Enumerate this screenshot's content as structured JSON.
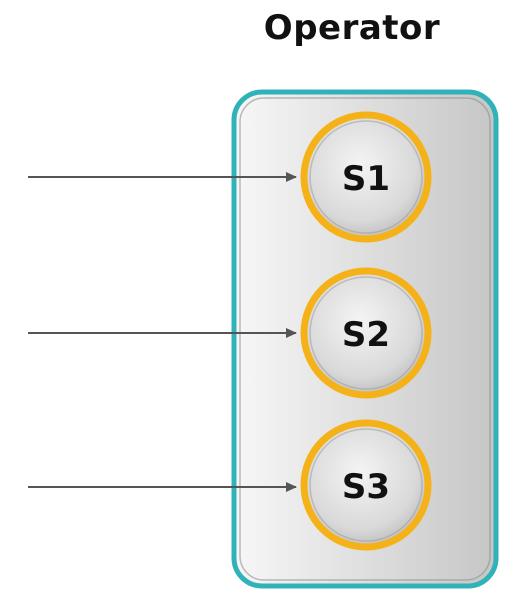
{
  "operator": {
    "title": "Operator",
    "frame_color": "#2fb3b8",
    "fill_gradient": [
      "#f7f7f7",
      "#c6c6c6"
    ]
  },
  "states": [
    {
      "label": "S1",
      "ring_color": "#f5b218"
    },
    {
      "label": "S2",
      "ring_color": "#f5b218"
    },
    {
      "label": "S3",
      "ring_color": "#f5b218"
    }
  ],
  "arrows": {
    "color": "#555555",
    "count": 3
  }
}
